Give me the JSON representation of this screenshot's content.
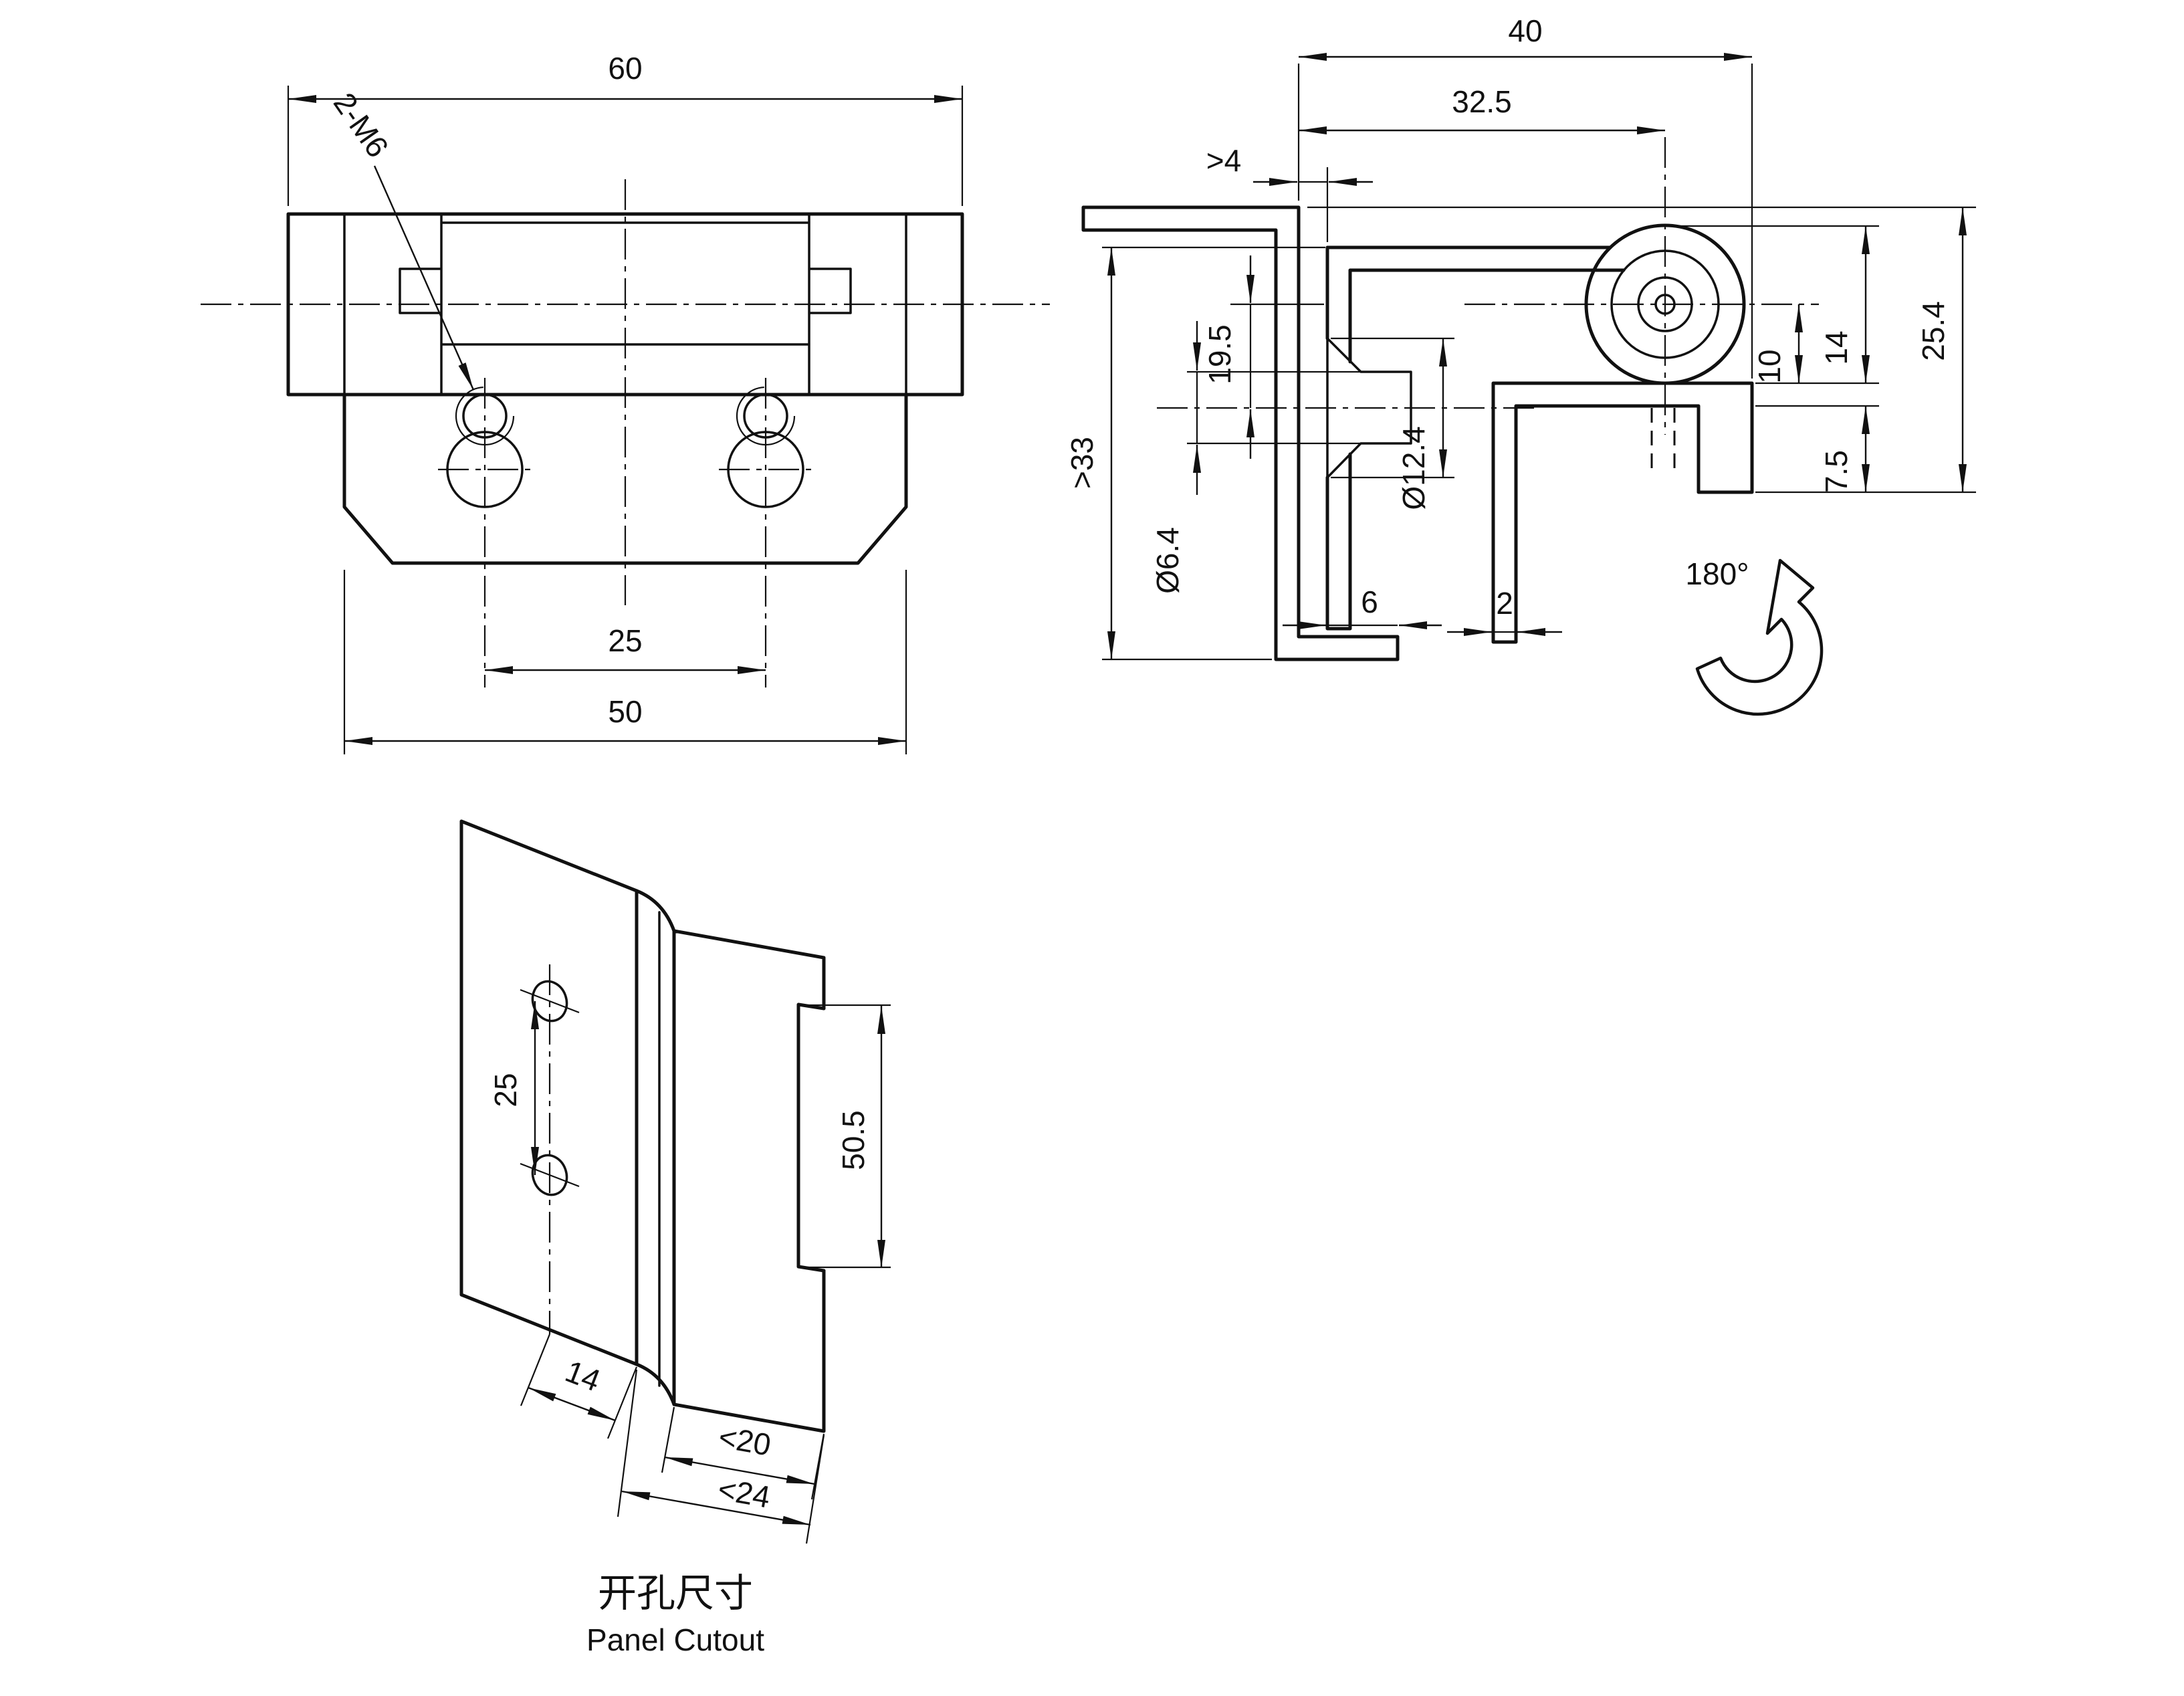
{
  "page": {
    "background": "#ffffff",
    "ink": "#111111"
  },
  "front_view": {
    "overall_width": "60",
    "thread_callout": "2-M6",
    "hole_spacing": "25",
    "plate_width": "50"
  },
  "side_view": {
    "depth": "40",
    "pivot_offset": "32.5",
    "min_edge_gap": ">4",
    "hole_offset": "19.5",
    "min_clearance": ">33",
    "hole_dia": "Ø6.4",
    "countersink_dia": "Ø12.4",
    "pivot_height": "10",
    "knuckle_dia": "14",
    "overall_height": "25.4",
    "foot_height": "7.5",
    "lip_len": "6",
    "leaf_thickness": "2",
    "opening_angle": "180°"
  },
  "cutout_view": {
    "hole_spacing": "25",
    "cutout_length": "50.5",
    "edge_offset": "14",
    "max_width_inner": "<20",
    "max_width_outer": "<24",
    "caption_zh": "开孔尺寸",
    "caption_en": "Panel Cutout"
  }
}
